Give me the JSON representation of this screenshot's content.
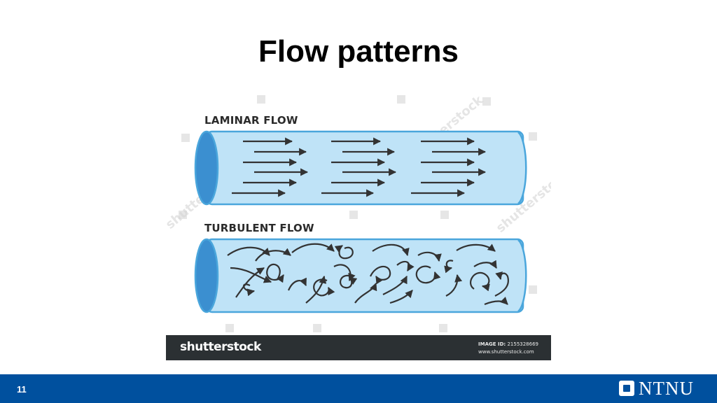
{
  "slide": {
    "title": "Flow patterns",
    "page_number": "11",
    "logo_text": "NTNU"
  },
  "figure": {
    "laminar_label": "LAMINAR FLOW",
    "turbulent_label": "TURBULENT FLOW",
    "watermark": "shutterstock",
    "footer_brand": "shutterstock",
    "image_id_label": "IMAGE ID:",
    "image_id_value": "2155328669",
    "footer_url": "www.shutterstock.com"
  },
  "colors": {
    "slide_bar": "#00509e",
    "pipe_fill": "#bfe3f7",
    "pipe_stroke": "#4aa6dc",
    "pipe_end": "#3b8fd0",
    "arrow": "#333333",
    "footer_strip": "#2b3033"
  }
}
